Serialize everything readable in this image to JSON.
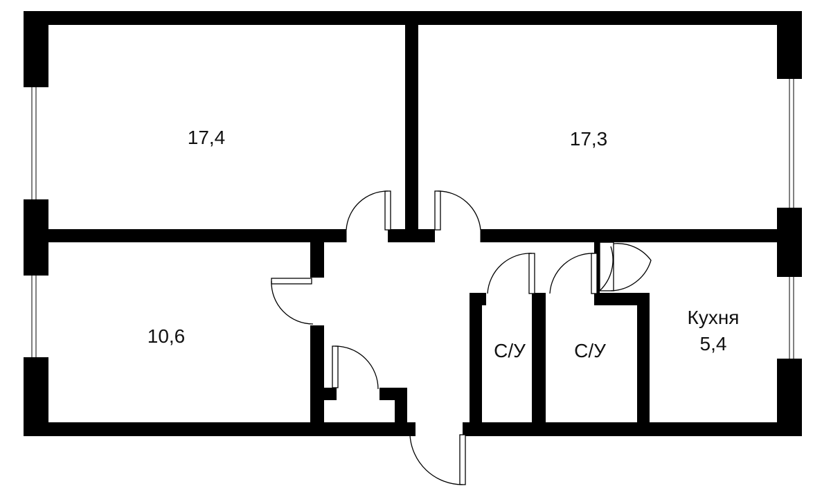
{
  "rooms": {
    "room_top_left": {
      "area": "17,4"
    },
    "room_top_right": {
      "area": "17,3"
    },
    "room_bottom_left": {
      "area": "10,6"
    },
    "bathroom_1": {
      "label": "С/У"
    },
    "bathroom_2": {
      "label": "С/У"
    },
    "kitchen": {
      "name": "Кухня",
      "area": "5,4"
    }
  },
  "colors": {
    "wall": "#000000",
    "background": "#ffffff"
  }
}
